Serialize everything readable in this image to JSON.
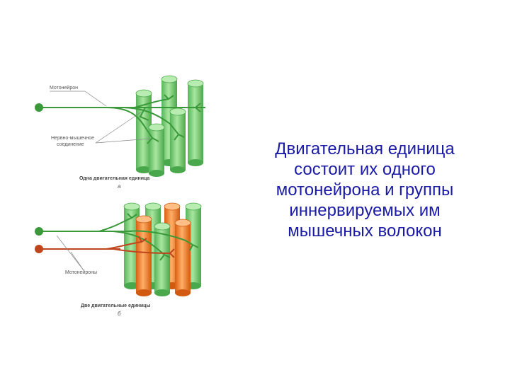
{
  "diagram_a": {
    "neuron_label": "Мотонейрон",
    "junction_label_line1": "Нервно-мышечное",
    "junction_label_line2": "соединение",
    "caption": "Одна двигательная единица",
    "letter": "а"
  },
  "diagram_b": {
    "neurons_label": "Мотонейроны",
    "caption": "Две двигательные единицы",
    "letter": "б"
  },
  "caption_lines": [
    "Двигательная единица",
    "состоит их одного",
    "мотонейрона и группы",
    "иннервируемых им",
    "мышечных волокон"
  ],
  "colors": {
    "green_fiber": "#7fd077",
    "orange_fiber": "#f07a2a",
    "nerve_green": "#3a9a3a",
    "nerve_red": "#c0441c",
    "caption_text": "#1a1aa6"
  }
}
